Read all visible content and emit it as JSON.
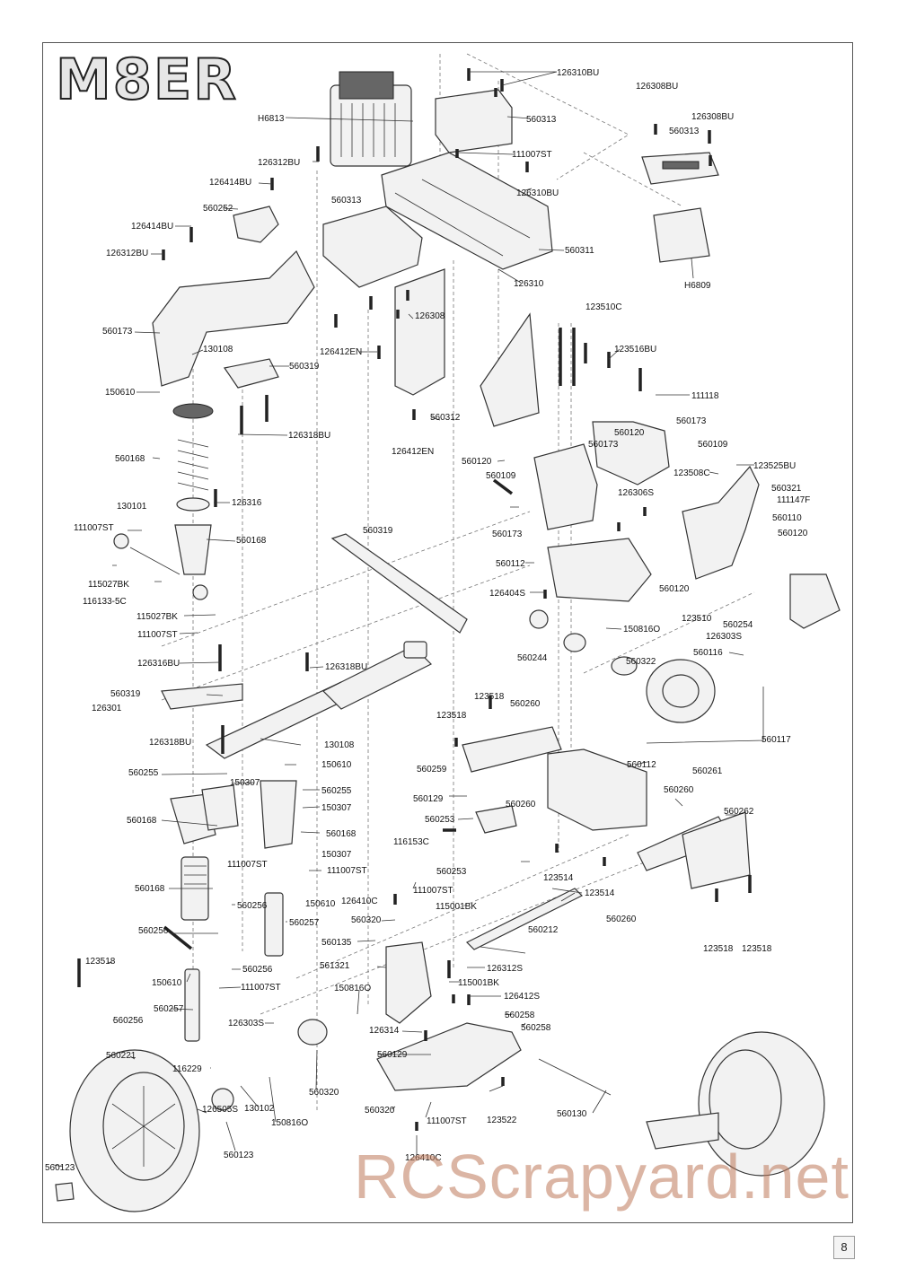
{
  "logo_text": "M8ER",
  "watermark_text": "RCScrapyard.net",
  "page_number": "8",
  "colors": {
    "line": "#333333",
    "part_fill": "#f2f2f2",
    "watermark": "#be785a"
  },
  "part_labels": [
    "126310BU",
    "H6813",
    "560313",
    "126308BU",
    "126308BU",
    "560313",
    "111007ST",
    "126312BU",
    "126414BU",
    "560313",
    "126310BU",
    "560252",
    "126414BU",
    "126312BU",
    "560311",
    "H6809",
    "126310",
    "126308",
    "123510C",
    "560173",
    "130108",
    "560319",
    "126412EN",
    "123516BU",
    "150610",
    "111118",
    "560173",
    "126318BU",
    "560168",
    "560312",
    "126412EN",
    "560120",
    "560173",
    "560109",
    "560120",
    "560109",
    "123525BU",
    "123508C",
    "560321",
    "130101",
    "126316",
    "126306S",
    "111147F",
    "111007ST",
    "560168",
    "560173",
    "560110",
    "560120",
    "560319",
    "560112",
    "115027BK",
    "116133-5C",
    "126404S",
    "560120",
    "115027BK",
    "123510",
    "150816O",
    "560254",
    "111007ST",
    "126303S",
    "560244",
    "560322",
    "126316BU",
    "126318BU",
    "560116",
    "560319",
    "126301",
    "123518",
    "560260",
    "123518",
    "560117",
    "126318BU",
    "130108",
    "560255",
    "150610",
    "560259",
    "560112",
    "560261",
    "150307",
    "560255",
    "560260",
    "560129",
    "560260",
    "560168",
    "150307",
    "560253",
    "560168",
    "560262",
    "116153C",
    "150307",
    "111007ST",
    "111007ST",
    "560253",
    "560168",
    "111007ST",
    "123514",
    "123514",
    "126410C",
    "150610",
    "560256",
    "115001BK",
    "560320",
    "560260",
    "560257",
    "560256",
    "560212",
    "560135",
    "123518",
    "560256",
    "561321",
    "126312S",
    "150610",
    "111007ST",
    "115001BK",
    "150816O",
    "126412S",
    "560256",
    "560257",
    "126303S",
    "126314",
    "560258",
    "560258",
    "123518",
    "123518",
    "560221",
    "560129",
    "116229",
    "130102",
    "560320",
    "126505S",
    "150816O",
    "560320",
    "111007ST",
    "123522",
    "560130",
    "560123",
    "126410C",
    "560123"
  ]
}
